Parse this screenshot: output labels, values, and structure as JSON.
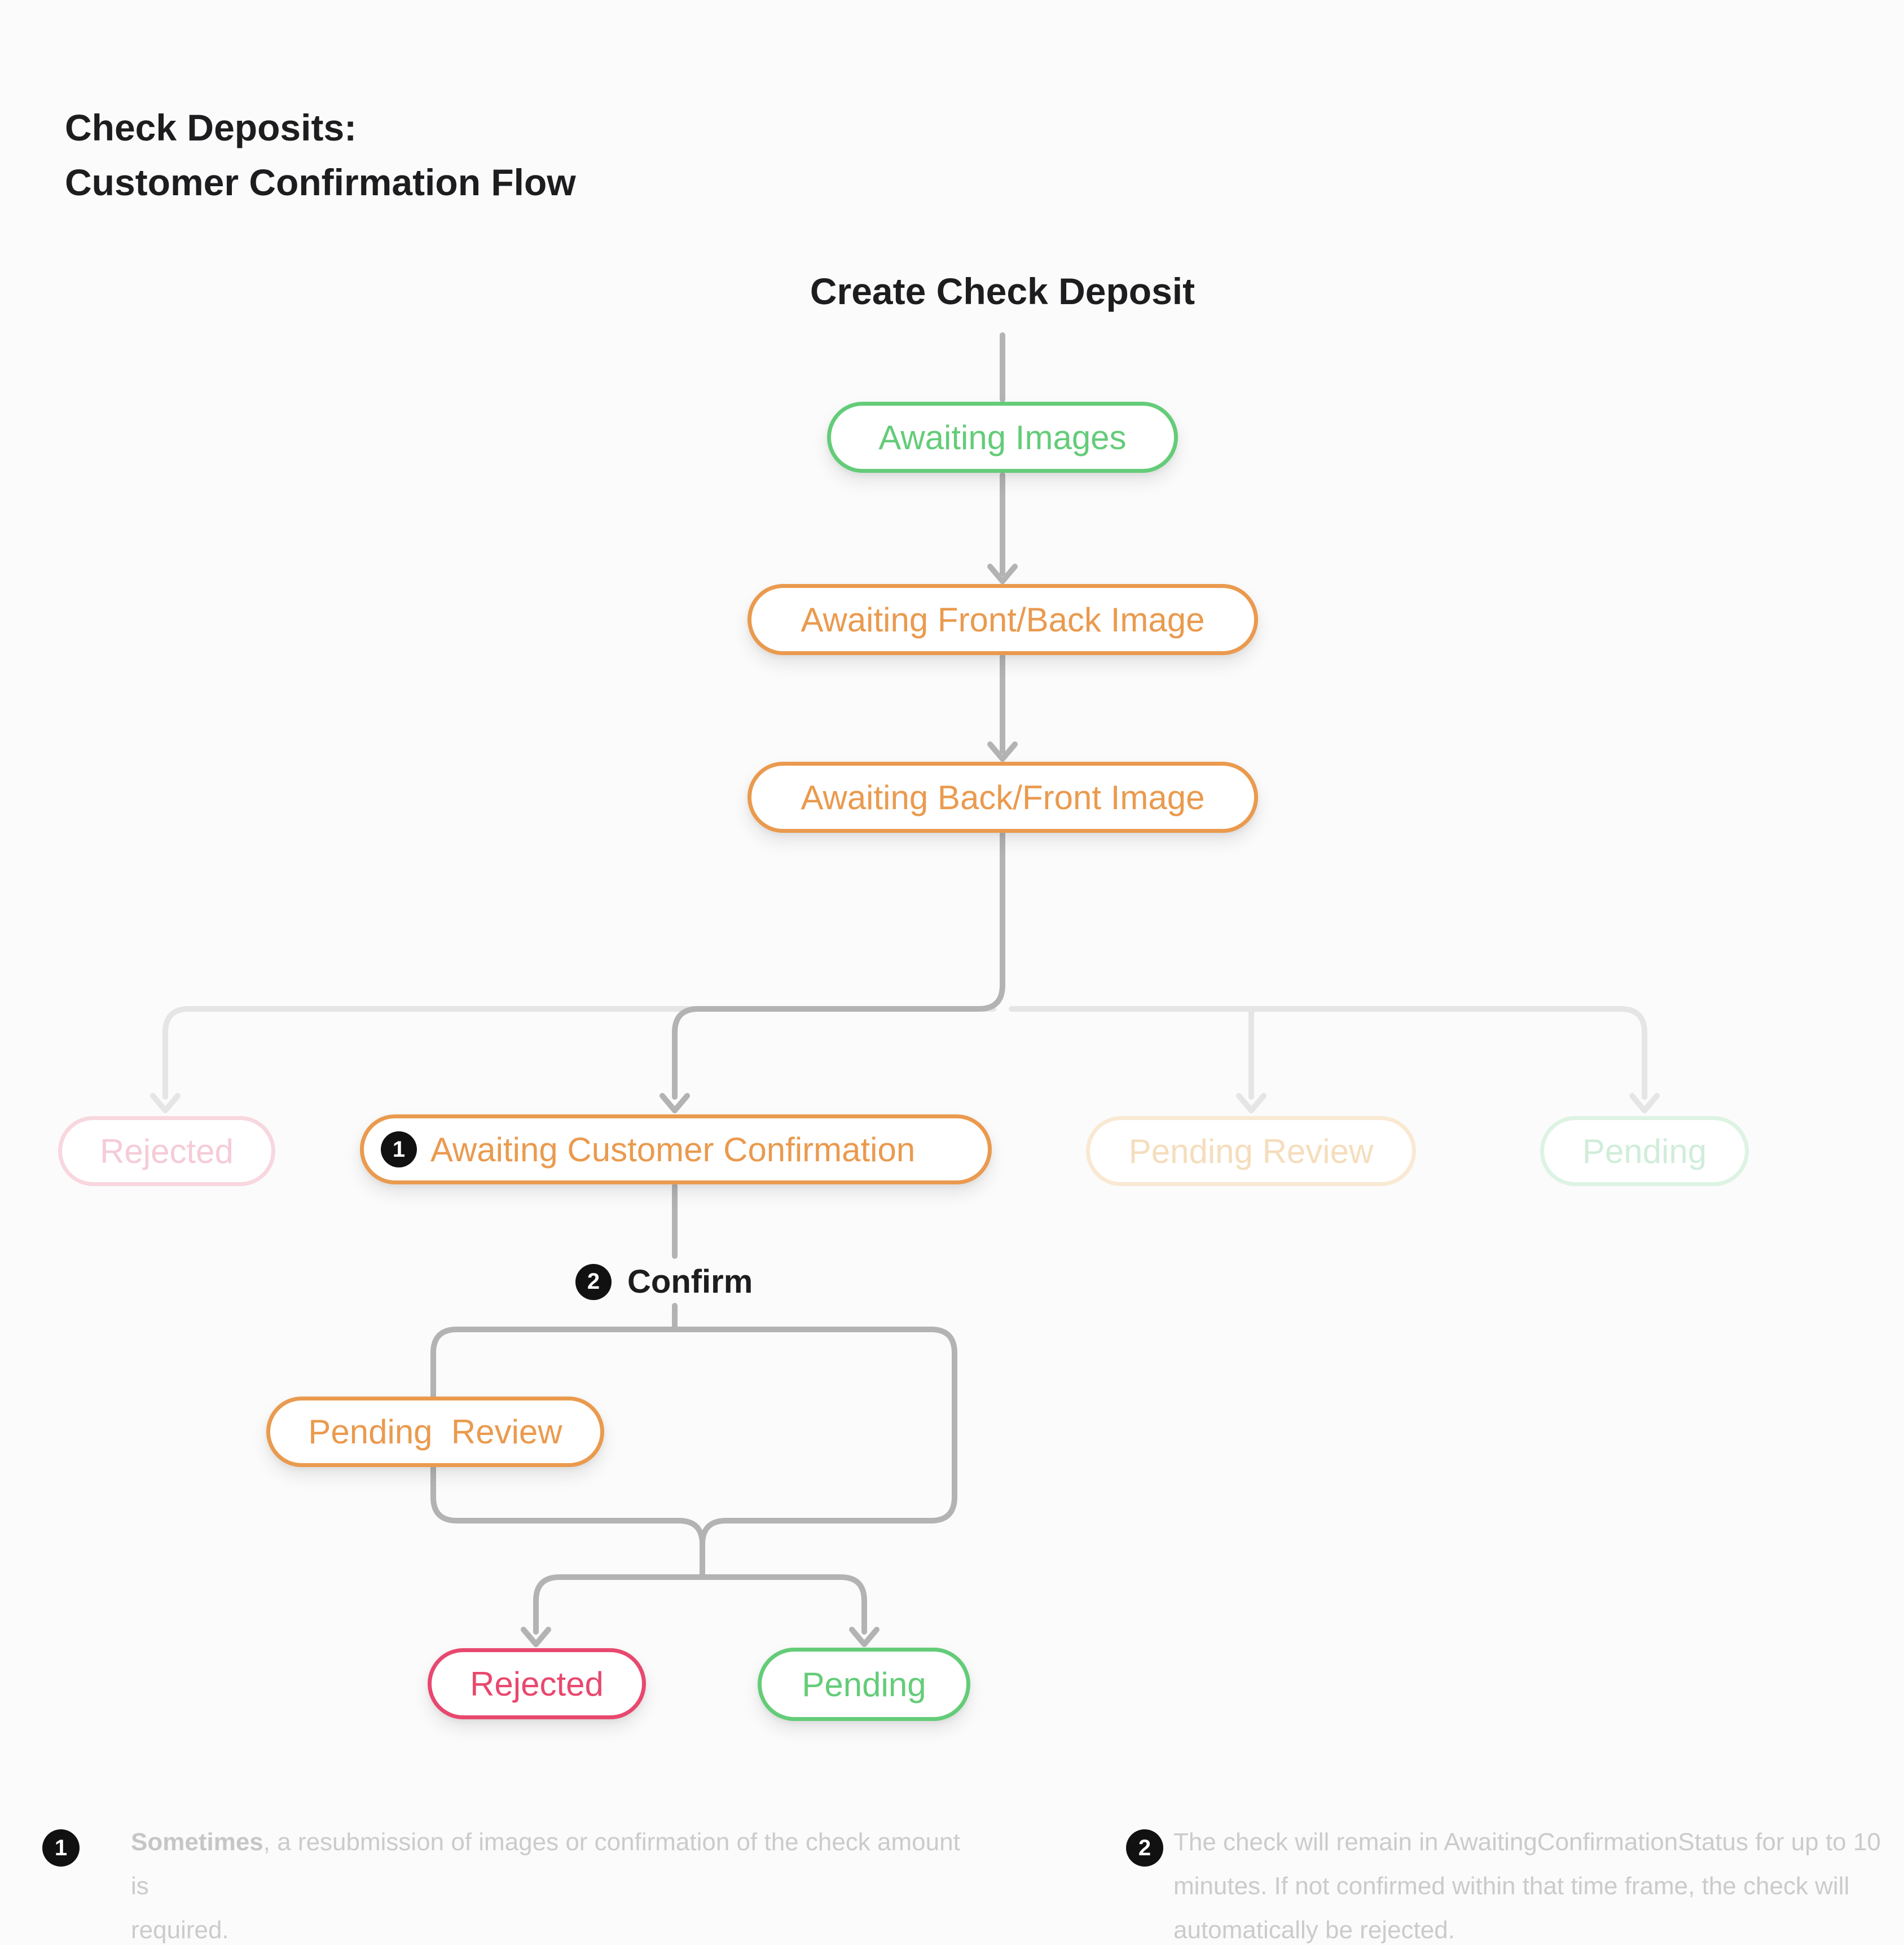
{
  "page": {
    "title_line1": "Check Deposits:",
    "title_line2": "Customer Confirmation Flow"
  },
  "flow": {
    "start_label": "Create Check Deposit",
    "nodes": {
      "awaiting_images": "Awaiting Images",
      "awaiting_front_back": "Awaiting Front/Back Image",
      "awaiting_back_front": "Awaiting Back/Front Image",
      "rejected_faded": "Rejected",
      "awaiting_customer_confirmation": "Awaiting Customer Confirmation",
      "pending_review_faded": "Pending Review",
      "pending_faded": "Pending",
      "pending_review": "Pending  Review",
      "rejected": "Rejected",
      "pending": "Pending"
    },
    "badges": {
      "one": "1",
      "two": "2"
    },
    "confirm_label": "Confirm"
  },
  "footnotes": {
    "fn1": {
      "badge": "1",
      "bold": "Sometimes",
      "rest": ", a resubmission of images or confirmation of the check amount is",
      "line2": "required."
    },
    "fn2": {
      "badge": "2",
      "lines": [
        "The check will remain in AwaitingConfirmationStatus for up to 10",
        "minutes. If not confirmed within that time frame, the check will",
        "automatically be rejected."
      ]
    }
  },
  "colors": {
    "green": "#64CC78",
    "orange": "#EA9A4E",
    "red": "#E8486E",
    "faded_pink": "#F8D7DF",
    "faded_orange": "#F9E9D3",
    "faded_green": "#DDF3E3",
    "connector_gray": "#B3B3B3",
    "connector_faded": "#E5E5E5",
    "badge_black": "#111111",
    "footnote_gray": "#CBCBCB"
  }
}
